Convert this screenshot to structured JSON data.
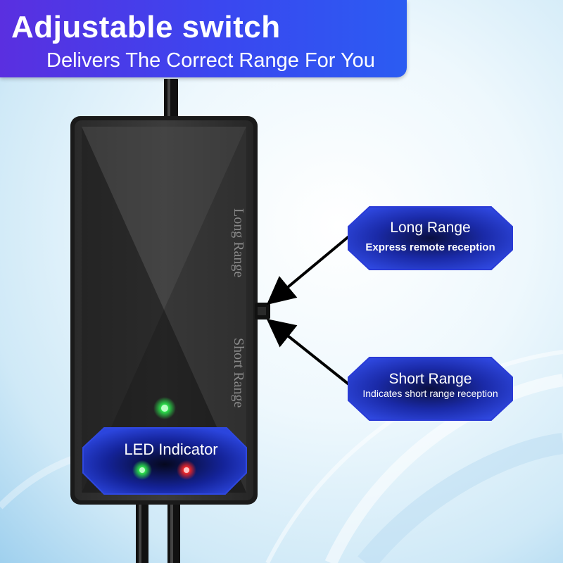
{
  "banner": {
    "title": "Adjustable switch",
    "subtitle": "Delivers The Correct Range For You"
  },
  "device": {
    "label_long": "Long Range",
    "label_short": "Short Range",
    "led_panel_label": "LED Indicator",
    "led_colors": {
      "main": "#2bdc4a",
      "green": "#2bdc4a",
      "red": "#e8262a"
    }
  },
  "callouts": {
    "long": {
      "title": "Long Range",
      "desc": "Express remote reception"
    },
    "short": {
      "title": "Short Range",
      "desc": "Indicates short range reception"
    }
  },
  "colors": {
    "banner_start": "#5a2fe0",
    "banner_end": "#2b5cf2",
    "badge_blue": "#2a3bd6"
  }
}
